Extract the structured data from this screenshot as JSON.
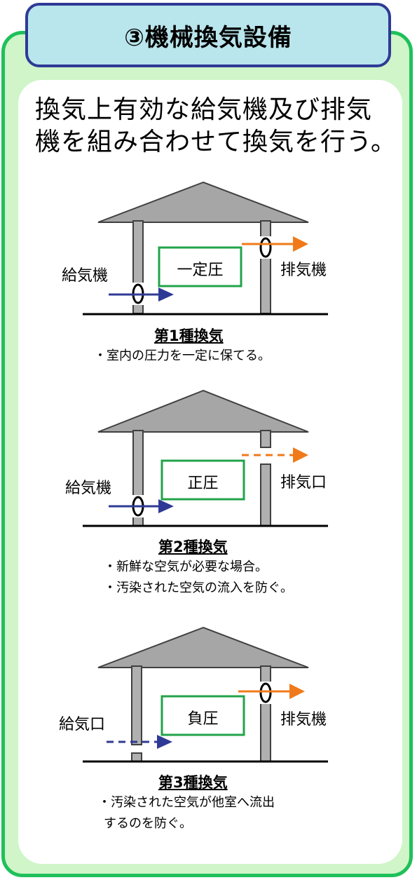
{
  "title": "③機械換気設備",
  "intro": [
    "換気上有効な給気機及び排気",
    "機を組み合わせて換気を行う。"
  ],
  "colors": {
    "border": "#1fc05a",
    "title_bg": "#b9e6ec",
    "title_border": "#2f3a96",
    "supply_arrow": "#2f3a96",
    "exhaust_arrow": "#f07a1a",
    "house": "#a6a6a6",
    "room_border": "#22a34a"
  },
  "diagrams": [
    {
      "intake_label": "給気機",
      "exhaust_label": "排気機",
      "room_label": "一定圧",
      "heading": "第1種換気",
      "notes": [
        "・室内の圧力を一定に保てる。"
      ]
    },
    {
      "intake_label": "給気機",
      "exhaust_label": "排気口",
      "room_label": "正圧",
      "heading": "第2種換気",
      "notes": [
        "・新鮮な空気が必要な場合。",
        "・汚染された空気の流入を防ぐ。"
      ]
    },
    {
      "intake_label": "給気口",
      "exhaust_label": "排気機",
      "room_label": "負圧",
      "heading": "第3種換気",
      "notes": [
        "・汚染された空気が他室へ流出",
        "するのを防ぐ。"
      ]
    }
  ]
}
